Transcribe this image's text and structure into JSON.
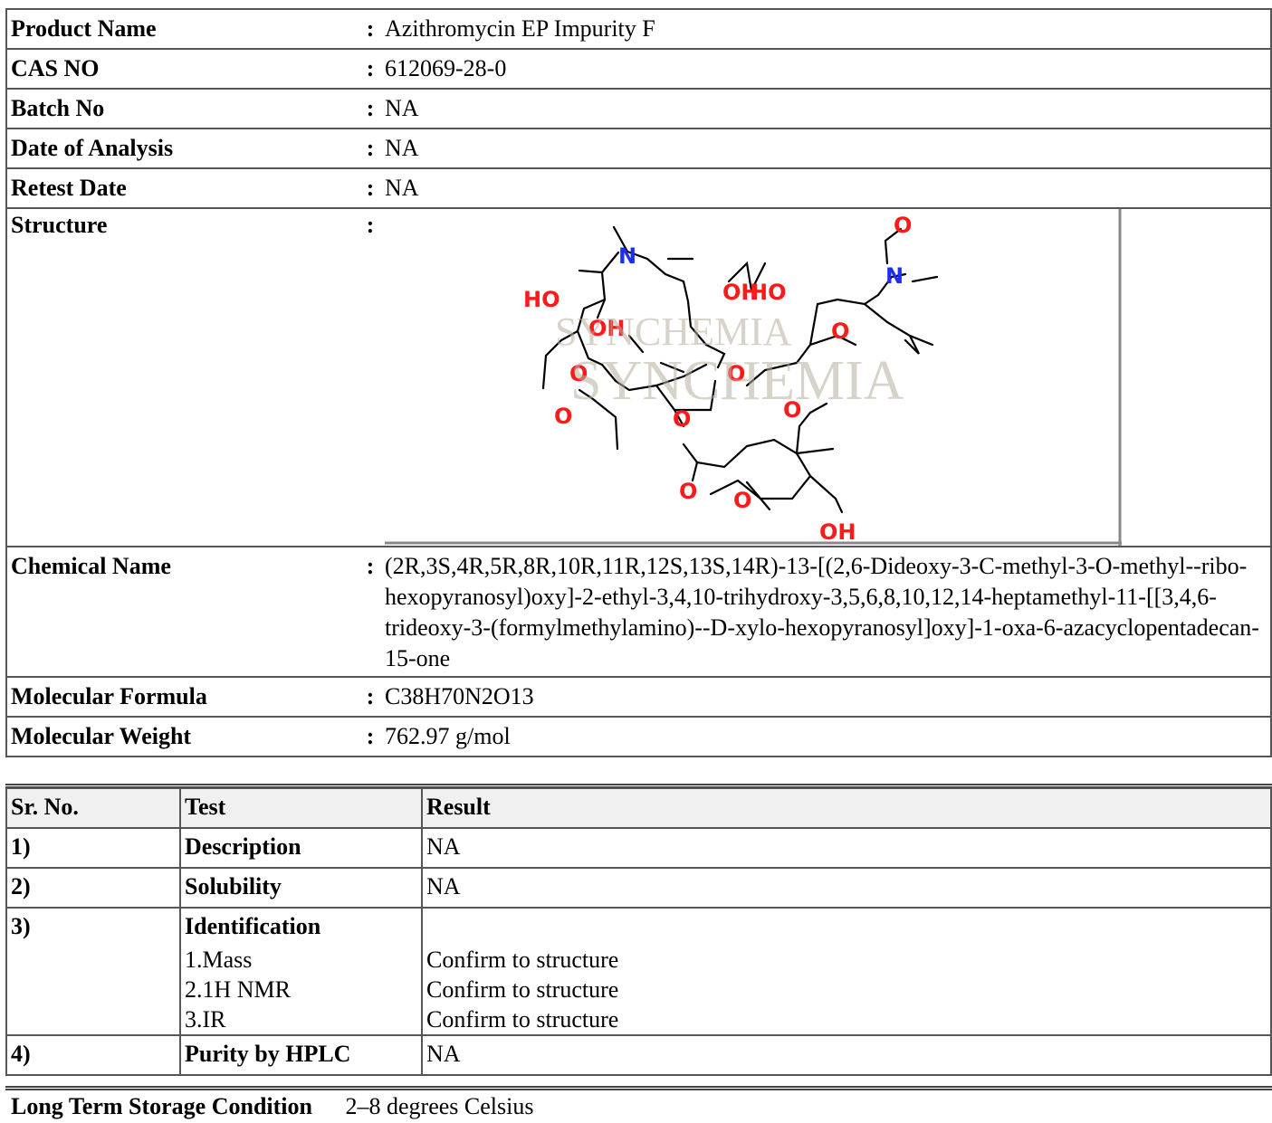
{
  "info": {
    "product_name": {
      "label": "Product Name",
      "value": "Azithromycin EP Impurity F"
    },
    "cas_no": {
      "label": "CAS NO",
      "value": "612069-28-0"
    },
    "batch_no": {
      "label": "Batch No",
      "value": "NA"
    },
    "date_of_analysis": {
      "label": "Date of Analysis",
      "value": "NA"
    },
    "retest_date": {
      "label": "Retest Date",
      "value": "NA"
    },
    "structure": {
      "label": "Structure",
      "watermark": "SYNCHEMIA",
      "atoms": [
        "N",
        "O",
        "N",
        "HO",
        "OH",
        "HO",
        "OH",
        "O",
        "O",
        "O",
        "O",
        "O",
        "O",
        "O",
        "O",
        "OH"
      ]
    },
    "chemical_name": {
      "label": "Chemical Name",
      "value": "(2R,3S,4R,5R,8R,10R,11R,12S,13S,14R)-13-[(2,6-Dideoxy-3-C-methyl-3-O-methyl--ribo-hexopyranosyl)oxy]-2-ethyl-3,4,10-trihydroxy-3,5,6,8,10,12,14-heptamethyl-11-[[3,4,6-trideoxy-3-(formylmethylamino)--D-xylo-hexopyranosyl]oxy]-1-oxa-6-azacyclopentadecan-15-one"
    },
    "molecular_formula": {
      "label": "Molecular Formula",
      "value": "C38H70N2O13"
    },
    "molecular_weight": {
      "label": "Molecular Weight",
      "value": "762.97 g/mol"
    },
    "separator": ":"
  },
  "tests": {
    "headers": {
      "sr": "Sr. No.",
      "test": "Test",
      "result": "Result"
    },
    "rows": [
      {
        "sr": "1)",
        "test": "Description",
        "result": "NA"
      },
      {
        "sr": "2)",
        "test": "Solubility",
        "result": "NA"
      },
      {
        "sr": "3)",
        "test": "Identification",
        "sub": [
          "1.Mass",
          "2.1H NMR",
          "3.IR"
        ],
        "sub_results": [
          "Confirm to structure",
          "Confirm to structure",
          "Confirm to structure"
        ]
      },
      {
        "sr": "4)",
        "test": "Purity by HPLC",
        "result": "NA"
      }
    ]
  },
  "storage": {
    "label": "Long Term Storage Condition",
    "value": "2–8 degrees Celsius"
  }
}
